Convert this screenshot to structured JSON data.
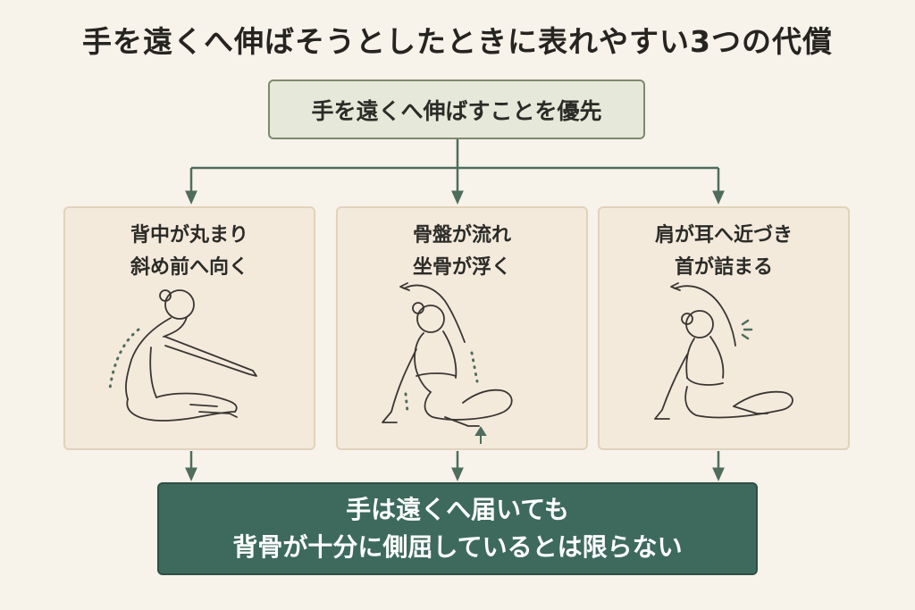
{
  "title": "手を遠くへ伸ばそうとしたときに表れやすい3つの代償",
  "top_box": "手を遠くへ伸ばすことを優先",
  "cards": [
    {
      "line1": "背中が丸まり",
      "line2": "斜め前へ向く"
    },
    {
      "line1": "骨盤が流れ",
      "line2": "坐骨が浮く"
    },
    {
      "line1": "肩が耳へ近づき",
      "line2": "首が詰まる"
    }
  ],
  "bottom_box": {
    "line1": "手は遠くへ届いても",
    "line2": "背骨が十分に側屈しているとは限らない"
  },
  "colors": {
    "background": "#f7f2ea",
    "top_box_fill": "#e6e8d9",
    "card_fill": "#f3eadc",
    "connector": "#4f6d5c",
    "bottom_box_fill": "#3d6a5d"
  }
}
